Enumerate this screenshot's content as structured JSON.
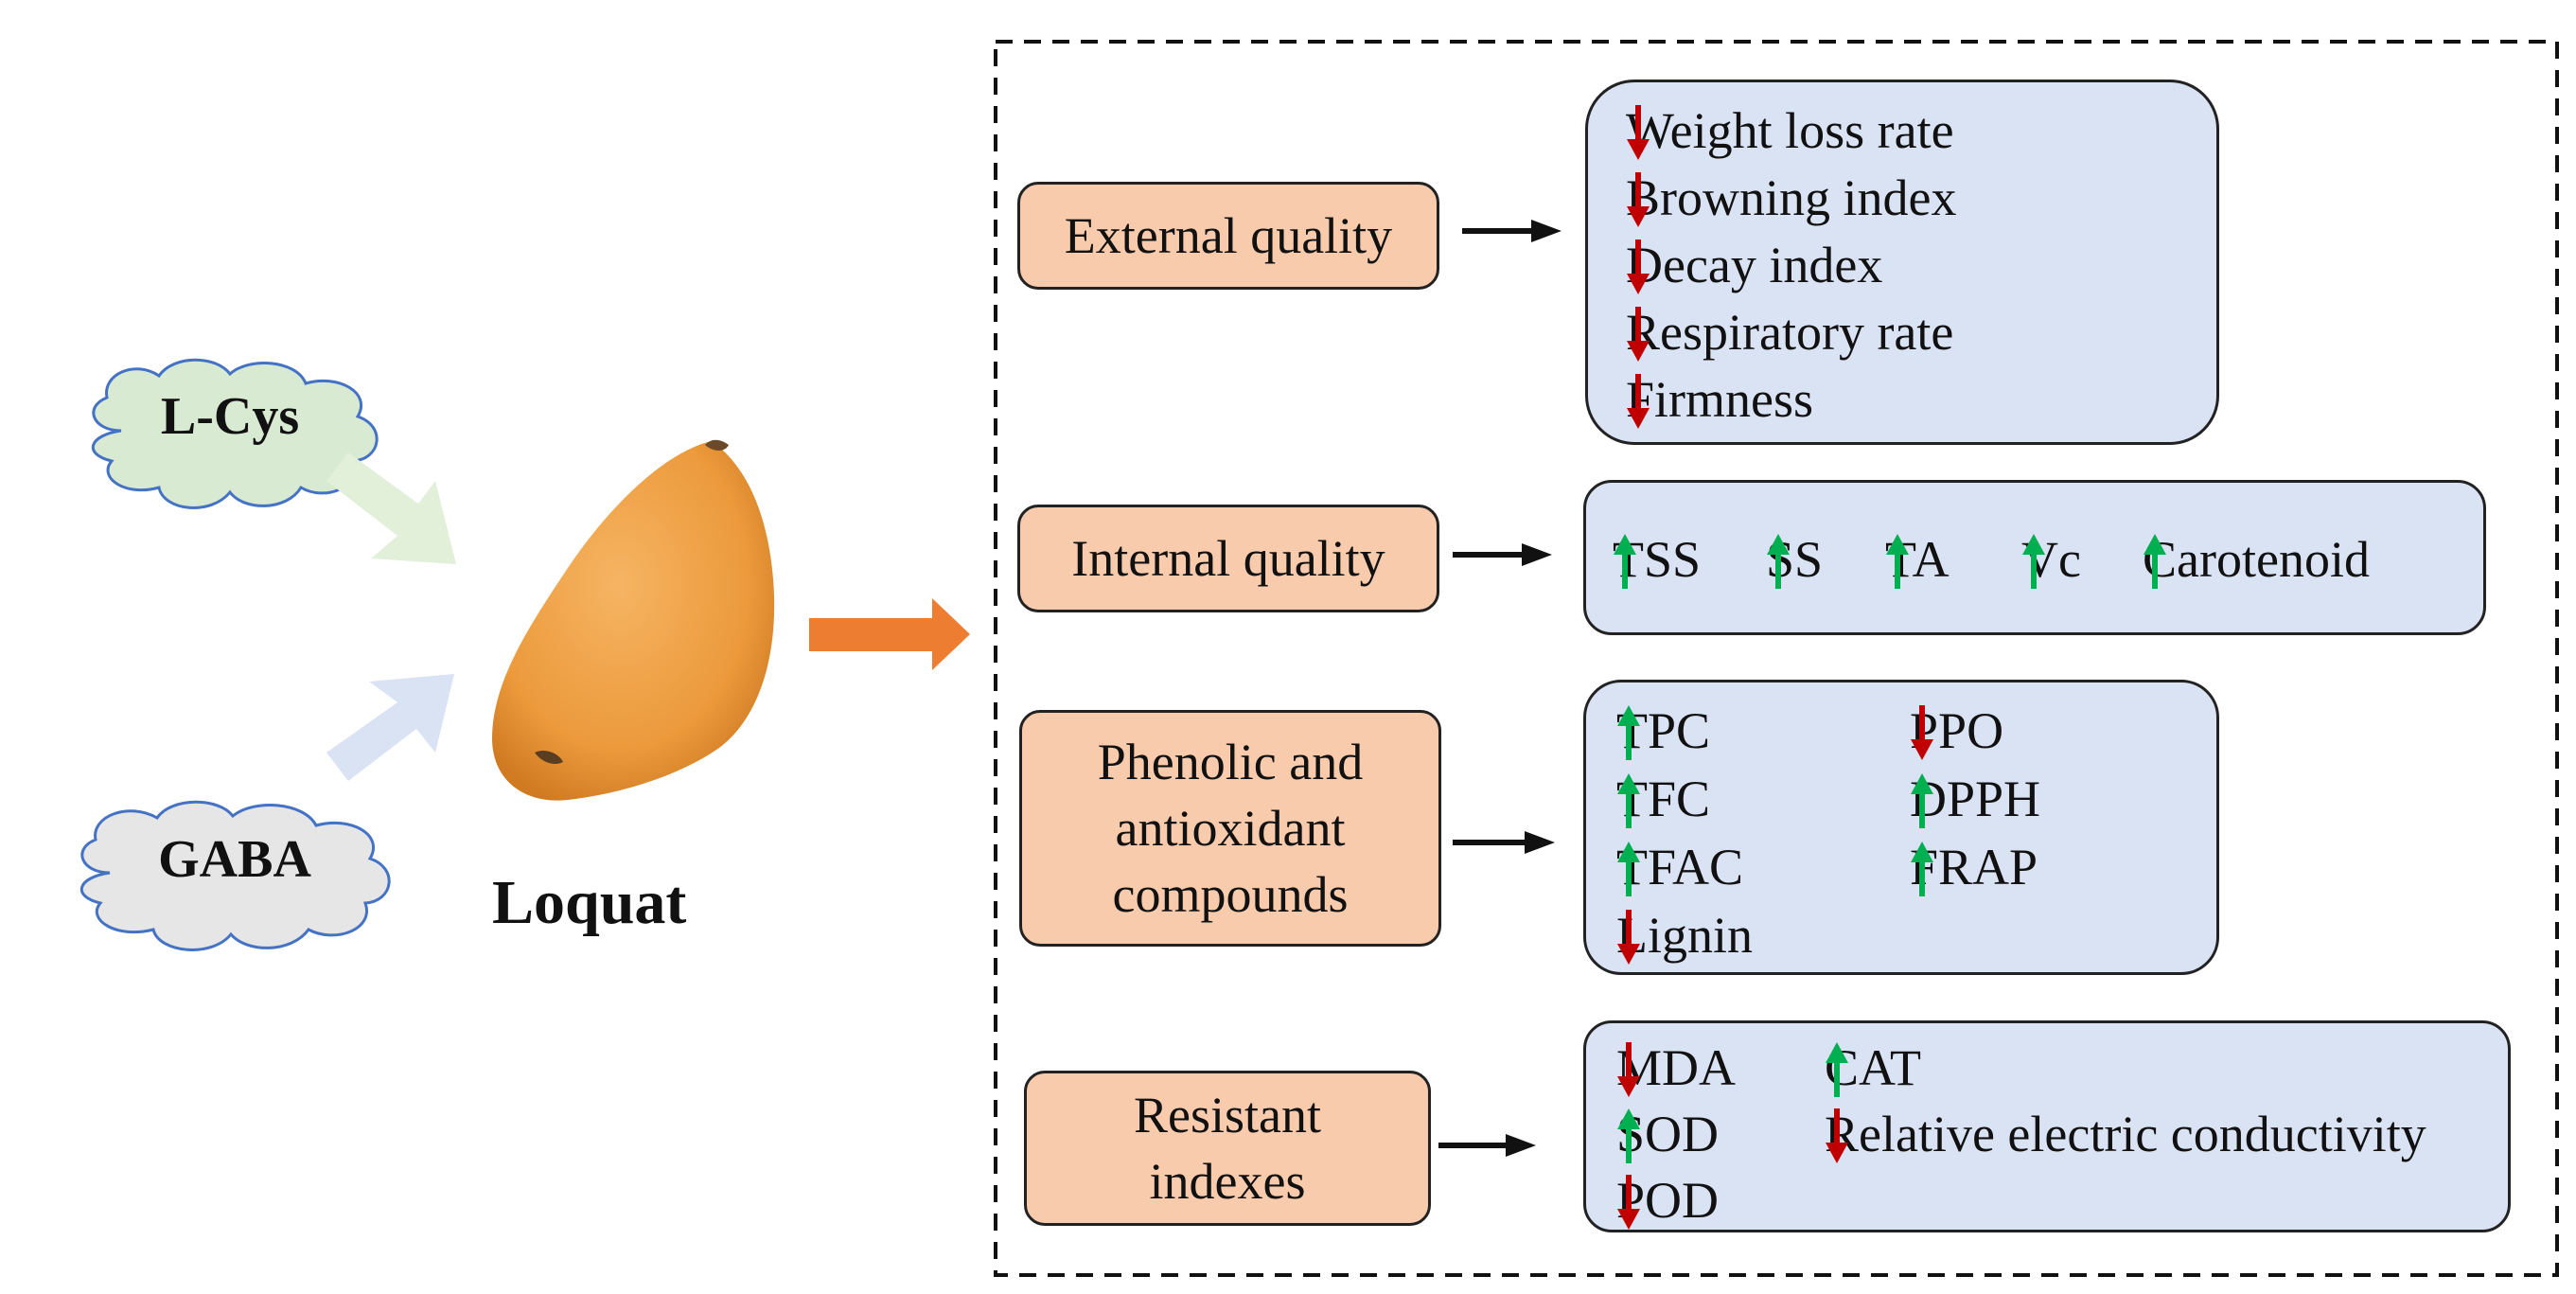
{
  "treatments": [
    {
      "label": "L-Cys",
      "color": "#d9ead3"
    },
    {
      "label": "GABA",
      "color": "#e7e6e6"
    }
  ],
  "fruit": {
    "label": "Loquat",
    "fill": "#f0a44c"
  },
  "categories": [
    {
      "label": "External quality",
      "items": [
        {
          "name": "Weight loss rate",
          "trend": "down"
        },
        {
          "name": "Browning index",
          "trend": "down"
        },
        {
          "name": "Decay index",
          "trend": "down"
        },
        {
          "name": "Respiratory rate",
          "trend": "down"
        },
        {
          "name": "Firmness",
          "trend": "down"
        }
      ]
    },
    {
      "label": "Internal quality",
      "items": [
        {
          "name": "TSS",
          "trend": "up"
        },
        {
          "name": "SS",
          "trend": "up"
        },
        {
          "name": "TA",
          "trend": "up"
        },
        {
          "name": "Vc",
          "trend": "up"
        },
        {
          "name": "Carotenoid",
          "trend": "up"
        }
      ]
    },
    {
      "label": "Phenolic and antioxidant compounds",
      "items": [
        {
          "name": "TPC",
          "trend": "up"
        },
        {
          "name": "PPO",
          "trend": "down"
        },
        {
          "name": "TFC",
          "trend": "up"
        },
        {
          "name": "DPPH",
          "trend": "up"
        },
        {
          "name": "TFAC",
          "trend": "up"
        },
        {
          "name": "FRAP",
          "trend": "up"
        },
        {
          "name": "Lignin",
          "trend": "down"
        }
      ]
    },
    {
      "label": "Resistant indexes",
      "items": [
        {
          "name": "MDA",
          "trend": "down"
        },
        {
          "name": "CAT",
          "trend": "up"
        },
        {
          "name": "SOD",
          "trend": "up"
        },
        {
          "name": "Relative electric conductivity",
          "trend": "down"
        },
        {
          "name": "POD",
          "trend": "down"
        }
      ]
    }
  ],
  "colors": {
    "up_arrow": "#00b050",
    "down_arrow": "#c00000",
    "main_arrow": "#ed7d31",
    "category_fill": "#f8cbad",
    "result_fill": "#dae3f3",
    "lcys_arrow": "#e2efd9",
    "gaba_arrow": "#dae3f3"
  }
}
